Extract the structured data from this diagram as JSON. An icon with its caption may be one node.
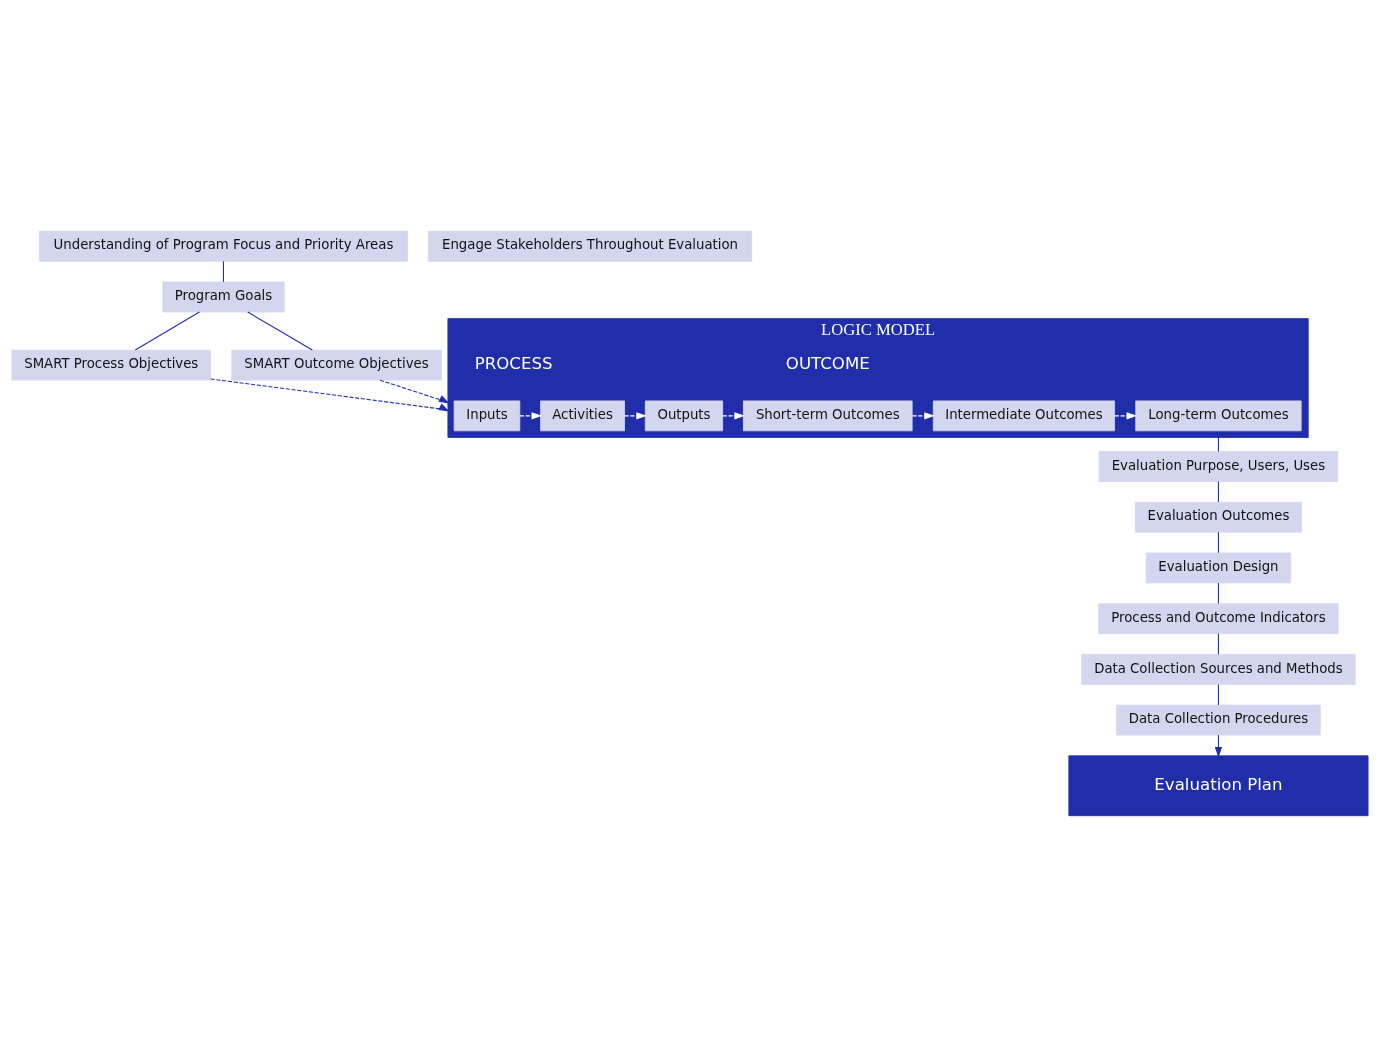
{
  "diagram": {
    "nodes": [
      {
        "text": [
          "Understanding of Program Focus and Priority Areas"
        ]
      },
      {
        "text": [
          "Program Goals"
        ]
      },
      {
        "text": [
          "SMART Process Objectives"
        ]
      },
      {
        "text": [
          "SMART Outcome Objectives"
        ]
      },
      {
        "text": [
          "LOGIC MODEL"
        ]
      },
      {
        "text": [
          "Inputs"
        ],
        "in": 4
      },
      {
        "text": [
          "Activities"
        ],
        "in": 4
      },
      {
        "text": [
          "Outputs"
        ],
        "in": 4
      },
      {
        "text": [
          "Short-term Outcomes"
        ],
        "in": 4
      },
      {
        "text": [
          "Intermediate Outcomes"
        ],
        "in": 4
      },
      {
        "text": [
          "Long-term Outcomes"
        ],
        "in": 4
      },
      {
        "text": [
          "Evaluation Purpose, Users, Uses"
        ]
      },
      {
        "text": [
          "Evaluation Outcomes"
        ]
      },
      {
        "text": [
          "Evaluation Design"
        ]
      },
      {
        "text": [
          "Process and Outcome Indicators"
        ]
      },
      {
        "text": [
          "Data Collection Sources and Methods"
        ]
      },
      {
        "text": [
          "Data Collection Procedures"
        ]
      },
      {
        "text": [
          "Evaluation Plan"
        ]
      },
      {
        "text": [
          "Engage Stakeholders Throughout Evaluation"
        ]
      }
    ],
    "edges": [
      {
        "from": 0,
        "to": 1,
        "arrow": "none"
      },
      {
        "from": 1,
        "to": 2,
        "arrow": "none"
      },
      {
        "from": 1,
        "to": 3,
        "arrow": "none"
      },
      {
        "from": 2,
        "to": 4,
        "arrow": "to",
        "style": "dashed"
      },
      {
        "from": 3,
        "to": 4,
        "arrow": "to",
        "style": "dashed"
      },
      {
        "from": 5,
        "to": 6,
        "arrow": "to",
        "style": "dashed",
        "color": "#ffffff"
      },
      {
        "from": 6,
        "to": 7,
        "arrow": "to",
        "style": "dashed",
        "color": "#ffffff"
      },
      {
        "from": 7,
        "to": 8,
        "arrow": "to",
        "style": "dashed",
        "color": "#ffffff"
      },
      {
        "from": 8,
        "to": 9,
        "arrow": "to",
        "style": "dashed",
        "color": "#ffffff"
      },
      {
        "from": 9,
        "to": 10,
        "arrow": "to",
        "style": "dashed",
        "color": "#ffffff"
      },
      {
        "from": 4,
        "to": 11,
        "arrow": "none"
      },
      {
        "from": 11,
        "to": 12,
        "arrow": "none"
      },
      {
        "from": 12,
        "to": 13,
        "arrow": "none"
      },
      {
        "from": 13,
        "to": 14,
        "arrow": "none"
      },
      {
        "from": 14,
        "to": 15,
        "arrow": "none"
      },
      {
        "from": 15,
        "to": 16,
        "arrow": "none"
      },
      {
        "from": 16,
        "to": 17,
        "arrow": "to"
      }
    ],
    "labels": [
      "PROCESS",
      "OUTCOME"
    ]
  }
}
